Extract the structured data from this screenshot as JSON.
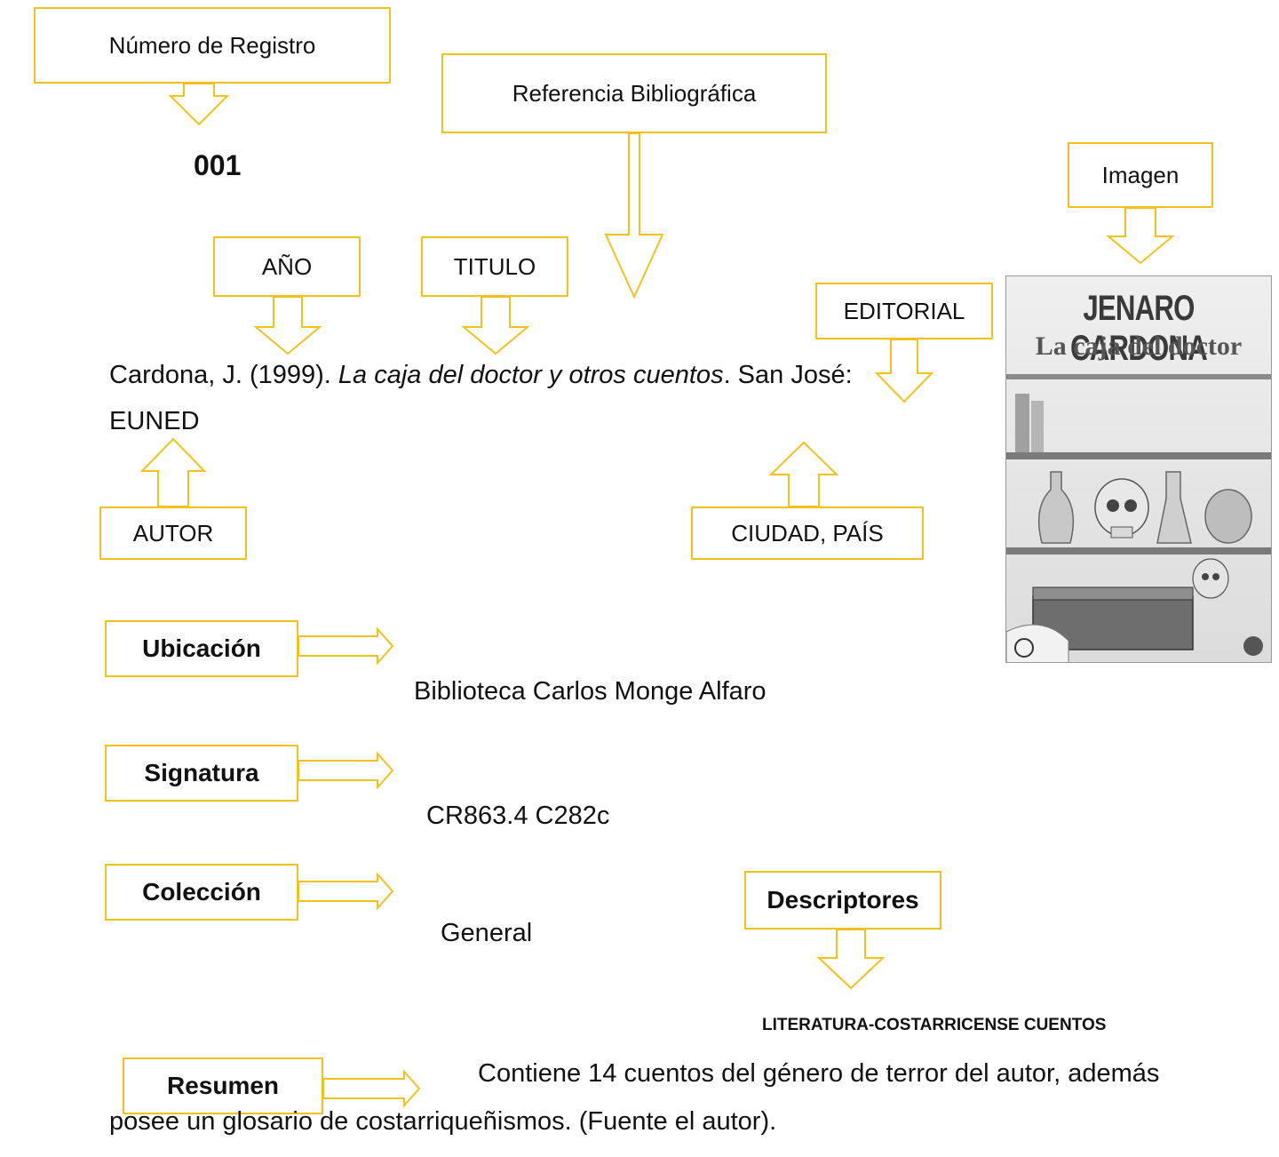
{
  "labels": {
    "registro": "Número de Registro",
    "referencia": "Referencia Bibliográfica",
    "imagen": "Imagen",
    "anio": "AÑO",
    "titulo": "TITULO",
    "editorial": "EDITORIAL",
    "autor": "AUTOR",
    "ciudad_pais": "CIUDAD, PAÍS",
    "ubicacion": "Ubicación",
    "signatura": "Signatura",
    "descriptores": "Descriptores",
    "coleccion": "Colección",
    "resumen": "Resumen"
  },
  "record": {
    "numero": "001",
    "ref_author": "Cardona, J. (1999). ",
    "ref_title": "La caja del doctor y otros cuentos",
    "ref_rest": ". San José:",
    "ref_line2": "EUNED",
    "ubicacion": "Biblioteca Carlos Monge Alfaro",
    "signatura": "CR863.4 C282c",
    "coleccion": "General",
    "descriptores": "LITERATURA-COSTARRICENSE CUENTOS",
    "resumen_line1": "Contiene 14 cuentos del género de terror del autor, además",
    "resumen_line2": "posee un glosario de costarriqueñismos. (Fuente el autor)."
  },
  "cover": {
    "author": "JENARO CARDONA",
    "title": "La caja del doctor"
  },
  "colors": {
    "accent": "#f2c21a",
    "text": "#111111"
  }
}
